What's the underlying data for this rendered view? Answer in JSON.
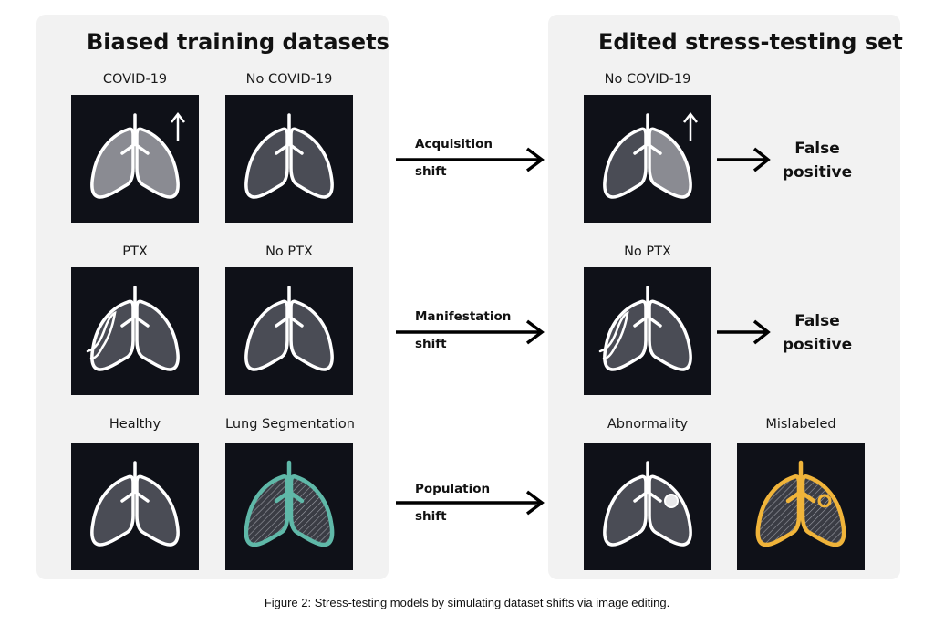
{
  "left_panel": {
    "title": "Biased training datasets",
    "tiles": [
      {
        "caption": "COVID-19",
        "variant": "covid-up"
      },
      {
        "caption": "No COVID-19",
        "variant": "plain"
      },
      {
        "caption": "PTX",
        "variant": "ptx"
      },
      {
        "caption": "No PTX",
        "variant": "plain"
      },
      {
        "caption": "Healthy",
        "variant": "plain"
      },
      {
        "caption": "Lung Segmentation",
        "variant": "seg-teal"
      }
    ]
  },
  "shifts": [
    {
      "line1": "Acquisition",
      "line2": "shift"
    },
    {
      "line1": "Manifestation",
      "line2": "shift"
    },
    {
      "line1": "Population",
      "line2": "shift"
    }
  ],
  "right_panel": {
    "title": "Edited stress-testing set",
    "tiles": [
      {
        "caption": "No COVID-19",
        "variant": "covid-up-half"
      },
      {
        "caption": "No PTX",
        "variant": "ptx-half"
      },
      {
        "caption": "Abnormality",
        "variant": "abnormal"
      },
      {
        "caption": "Mislabeled",
        "variant": "seg-yellow"
      }
    ],
    "outcomes": [
      {
        "line1": "False",
        "line2": "positive"
      },
      {
        "line1": "False",
        "line2": "positive"
      }
    ]
  },
  "figure_caption": "Figure 2: Stress-testing models by simulating dataset shifts via image editing.",
  "colors": {
    "tile_bg": "#0f1118",
    "lung_fill": "#4a4c55",
    "lung_fill_light": "#8a8b92",
    "outline": "#ffffff",
    "teal": "#5fb8a8",
    "yellow": "#f0b43a",
    "panel_bg": "#f2f2f2"
  }
}
